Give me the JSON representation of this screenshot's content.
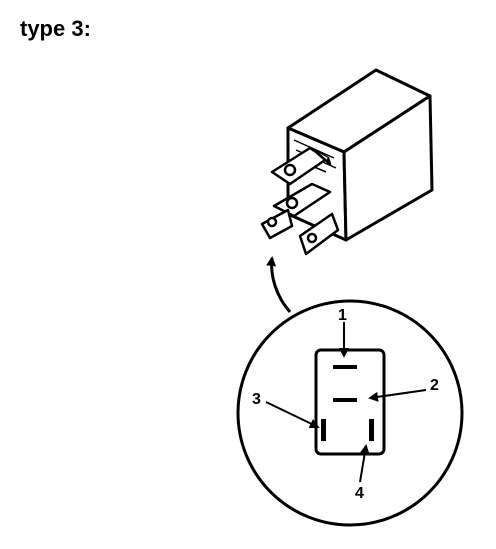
{
  "heading": "type 3:",
  "pin_labels": [
    "1",
    "2",
    "3",
    "4"
  ],
  "colors": {
    "ink": "#000000",
    "paper": "#ffffff"
  }
}
